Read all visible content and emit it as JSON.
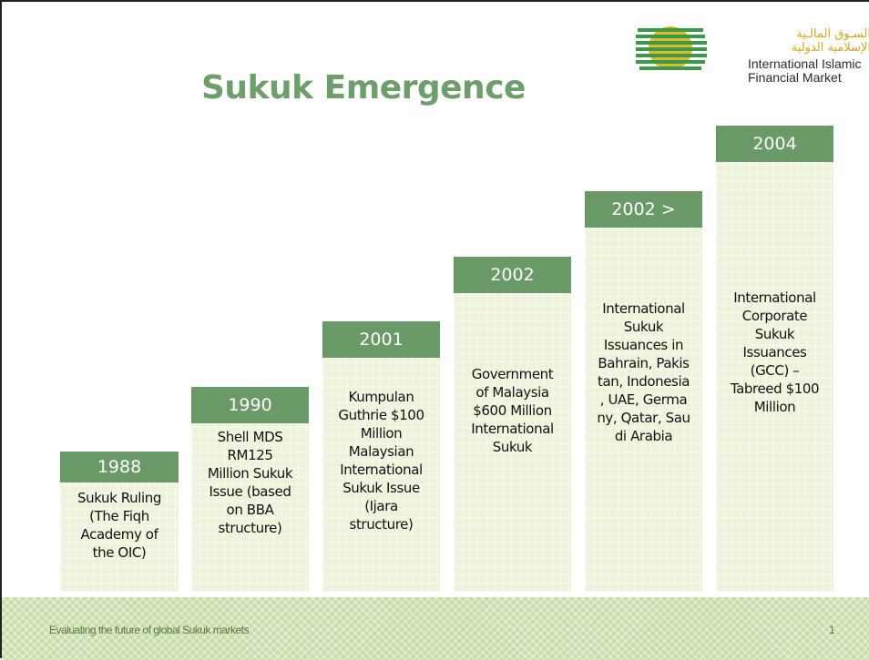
{
  "slide": {
    "title": "Sukuk Emergence",
    "logo": {
      "arabic_line1": "السـوق المالـية",
      "arabic_line2": "الإسلامية الدولية",
      "english_line1": "International Islamic",
      "english_line2": "Financial Market"
    },
    "columns": [
      {
        "year": "1988",
        "text": "Sukuk Ruling\n(The Fiqh\nAcademy of\nthe OIC)"
      },
      {
        "year": "1990",
        "text": "Shell MDS\nRM125\nMillion Sukuk\nIssue (based\non BBA\nstructure)"
      },
      {
        "year": "2001",
        "text": "Kumpulan\nGuthrie $100\nMillion\nMalaysian\nInternational\nSukuk Issue\n(Ijara\nstructure)"
      },
      {
        "year": "2002",
        "text": "Government\nof Malaysia\n$600 Million\nInternational\nSukuk"
      },
      {
        "year": "2002 >",
        "text": "International\nSukuk\nIssuances in\nBahrain, Pakis\ntan, Indonesia\n, UAE, Germa\nny, Qatar, Sau\ndi Arabia"
      },
      {
        "year": "2004",
        "text": "International\nCorporate\nSukuk\nIssuances\n(GCC) –\nTabreed $100\nMillion"
      }
    ],
    "footer_text": "Evaluating the future of global Sukuk markets",
    "page_number": "1"
  },
  "colors": {
    "title": "#6e9e6a",
    "header_fill": "#6b9a69",
    "column_fill": "#eef4dc",
    "footer_fill": "#c8dba8",
    "logo_gold": "#d4a820",
    "logo_green": "#3a9a4a"
  }
}
